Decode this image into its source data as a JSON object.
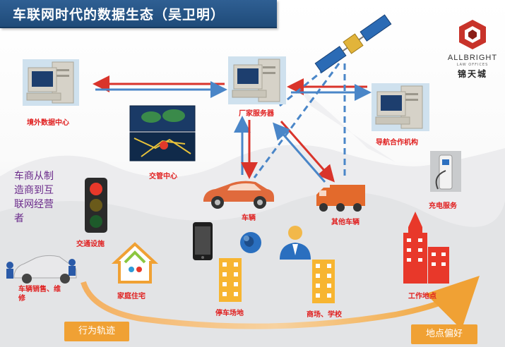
{
  "title": "车联网时代的数据生态（吴卫明）",
  "logo": {
    "name": "ALLBRIGHT",
    "sub": "LAW OFFICES",
    "cn": "锦天城"
  },
  "nodes": {
    "overseas": "境外数据中心",
    "oem_server": "厂家服务器",
    "nav_partner": "导航合作机构",
    "traffic_center": "交管中心",
    "vehicle": "车辆",
    "other_vehicle": "其他车辆",
    "charging": "充电服务",
    "traffic_light": "交通设施",
    "repair": "车辆销售、维修",
    "home": "家庭住宅",
    "parking": "停车场地",
    "mall_school": "商场、学校",
    "workplace": "工作地点"
  },
  "side_text": "车商从制造商到互联网经营者",
  "tags": {
    "trajectory": "行为轨迹",
    "preference": "地点偏好"
  }
}
